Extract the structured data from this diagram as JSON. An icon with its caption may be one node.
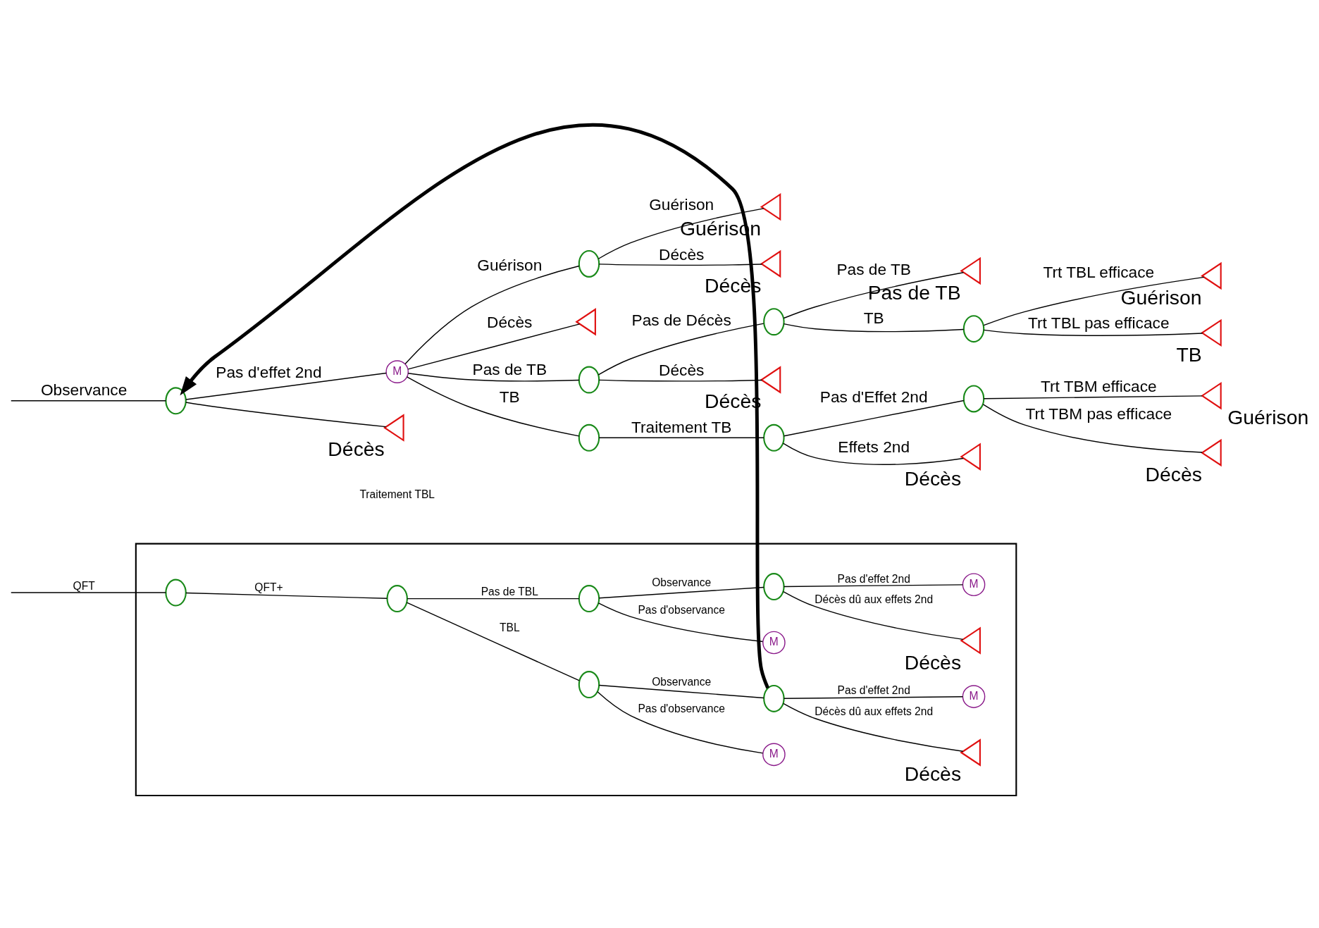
{
  "diagram": {
    "nodes": [
      {
        "text": [],
        "shape": "box"
      },
      {
        "text": [],
        "shape": "circle",
        "in": 0
      },
      {
        "text": [],
        "shape": "circle",
        "in": 0
      },
      {
        "text": [],
        "shape": "circle",
        "in": 0
      },
      {
        "text": [
          "M"
        ],
        "in": 0
      },
      {
        "text": [],
        "shape": "circle",
        "in": 0
      },
      {
        "text": [
          "Décès"
        ],
        "in": 0
      },
      {
        "text": [
          "M"
        ],
        "in": 0
      },
      {
        "text": [],
        "shape": "circle",
        "in": 0
      },
      {
        "text": [
          "M"
        ],
        "in": 0
      },
      {
        "text": [],
        "shape": "circle",
        "in": 0
      },
      {
        "text": [
          "Décès"
        ],
        "in": 0
      },
      {
        "text": [
          "M"
        ],
        "in": 0
      },
      {
        "text": [
          "Décès"
        ]
      },
      {
        "text": [],
        "shape": "circle"
      },
      {
        "text": [
          "M"
        ]
      },
      {
        "text": [],
        "shape": "circle"
      },
      {
        "text": [
          "Décès"
        ]
      },
      {
        "text": [],
        "shape": "circle"
      },
      {
        "text": [],
        "shape": "circle"
      },
      {
        "text": [
          "Guérison"
        ]
      },
      {
        "text": [
          "TB"
        ]
      },
      {
        "text": [
          "Pas de TB"
        ]
      },
      {
        "text": [],
        "shape": "circle"
      },
      {
        "text": [],
        "shape": "circle"
      },
      {
        "text": [
          "Décès"
        ]
      },
      {
        "text": [],
        "shape": "circle"
      },
      {
        "text": [
          "Guérison"
        ]
      },
      {
        "text": [
          "Décès"
        ]
      },
      {
        "text": [],
        "shape": "circle"
      },
      {
        "text": [
          "Décès"
        ]
      },
      {
        "text": [
          "Guérison"
        ]
      },
      {
        "text": [],
        "shape": "triangle"
      }
    ],
    "edges": [
      {
        "from": null,
        "to": 1,
        "arrow": "none",
        "label": "QFT"
      },
      {
        "from": 1,
        "to": 2,
        "arrow": "none",
        "label": "QFT+"
      },
      {
        "from": 2,
        "to": 3,
        "arrow": "none",
        "label": "TBL"
      },
      {
        "from": 3,
        "to": 4,
        "arrow": "none",
        "label": "Pas d'observance"
      },
      {
        "from": 3,
        "to": 5,
        "arrow": "none",
        "label": "Observance"
      },
      {
        "from": 5,
        "to": 6,
        "arrow": "none",
        "label": "Décès dû aux effets 2nd"
      },
      {
        "from": 5,
        "to": 7,
        "arrow": "none",
        "label": "Pas d'effet 2nd"
      },
      {
        "from": 2,
        "to": 8,
        "arrow": "none",
        "label": "Pas de TBL"
      },
      {
        "from": 8,
        "to": 9,
        "arrow": "none",
        "label": "Pas d'observance"
      },
      {
        "from": 8,
        "to": 10,
        "arrow": "none",
        "label": "Observance"
      },
      {
        "from": 10,
        "to": 11,
        "arrow": "none",
        "label": "Décès dû aux effets 2nd"
      },
      {
        "from": 10,
        "to": 12,
        "arrow": "none",
        "label": "Pas d'effet 2nd"
      },
      {
        "from": 5,
        "to": 14,
        "arrow": "to",
        "style": "thick"
      },
      {
        "from": null,
        "to": 14,
        "arrow": "none",
        "label": "Observance"
      },
      {
        "from": 14,
        "to": 13,
        "arrow": "none"
      },
      {
        "from": 14,
        "to": 15,
        "arrow": "none",
        "label": "Pas d'effet 2nd"
      },
      {
        "from": 15,
        "to": 16,
        "arrow": "none",
        "label": "Pas de TB"
      },
      {
        "from": 16,
        "to": 17,
        "arrow": "none",
        "label": "Décès"
      },
      {
        "from": 16,
        "to": 18,
        "arrow": "none",
        "label": "Pas de Décès"
      },
      {
        "from": 18,
        "to": 19,
        "arrow": "none",
        "label": "TB"
      },
      {
        "from": 19,
        "to": 20,
        "arrow": "none",
        "label": "Trt TBL efficace"
      },
      {
        "from": 19,
        "to": 21,
        "arrow": "none",
        "label": "Trt TBL pas efficace"
      },
      {
        "from": 18,
        "to": 22,
        "arrow": "none",
        "label": "Pas de TB"
      },
      {
        "from": 15,
        "to": 23,
        "arrow": "none",
        "label": "TB"
      },
      {
        "from": 23,
        "to": 24,
        "arrow": "none",
        "label": "Traitement TB"
      },
      {
        "from": 24,
        "to": 25,
        "arrow": "none",
        "label": "Effets 2nd"
      },
      {
        "from": 24,
        "to": 26,
        "arrow": "none",
        "label": "Pas d'Effet 2nd"
      },
      {
        "from": 26,
        "to": 27,
        "arrow": "none",
        "label": "Trt TBM efficace"
      },
      {
        "from": 26,
        "to": 28,
        "arrow": "none",
        "label": "Trt TBM pas efficace"
      },
      {
        "from": 15,
        "to": 29,
        "arrow": "none",
        "label": "Guérison"
      },
      {
        "from": 29,
        "to": 30,
        "arrow": "none",
        "label": "Décès"
      },
      {
        "from": 29,
        "to": 31,
        "arrow": "none",
        "label": "Guérison"
      },
      {
        "from": 15,
        "to": 32,
        "arrow": "none",
        "label": "Décès"
      }
    ],
    "labels": [
      "Traitement TBL"
    ]
  }
}
